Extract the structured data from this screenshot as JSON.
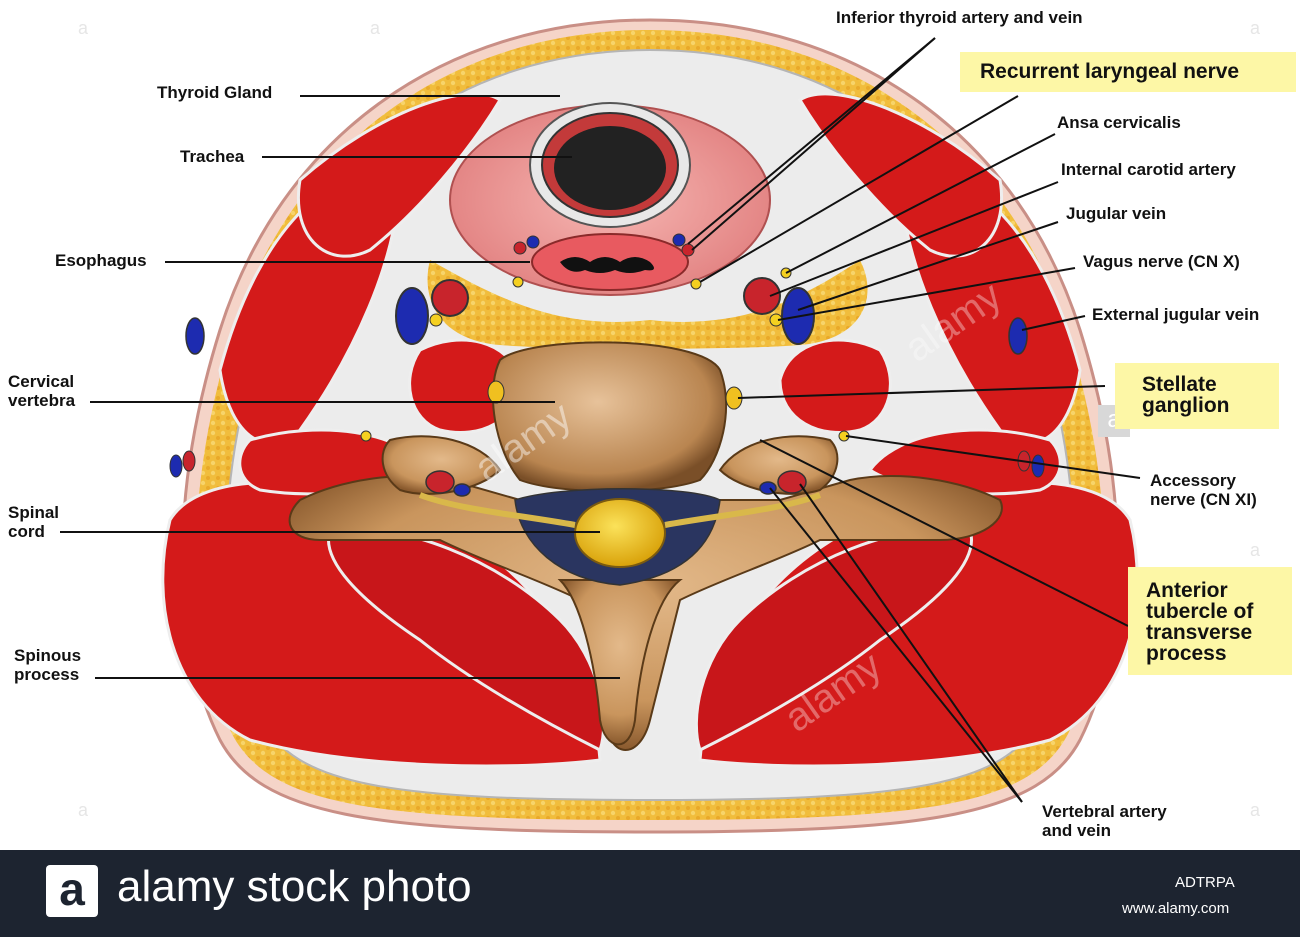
{
  "labels": {
    "thyroid": "Thyroid Gland",
    "trachea": "Trachea",
    "esophagus": "Esophagus",
    "cervical_vertebra": "Cervical\nvertebra",
    "spinal_cord": "Spinal\ncord",
    "spinous_process": "Spinous\nprocess",
    "inferior_thyroid": "Inferior thyroid artery and vein",
    "recurrent_laryngeal": "Recurrent laryngeal nerve",
    "ansa_cervicalis": "Ansa cervicalis",
    "internal_carotid": "Internal carotid artery",
    "jugular_vein": "Jugular vein",
    "vagus_nerve": "Vagus nerve (CN X)",
    "external_jugular": "External jugular vein",
    "stellate_ganglion": "Stellate\nganglion",
    "accessory_nerve": "Accessory\nnerve (CN XI)",
    "anterior_tubercle": "Anterior\ntubercle of\ntransverse\nprocess",
    "vertebral_artery": "Vertebral artery\nand vein"
  },
  "watermark": {
    "brand": "alamy",
    "letter": "a"
  },
  "footer": {
    "logo_letter": "a",
    "title": "alamy stock photo",
    "code": "ADTRPA",
    "url": "www.alamy.com"
  },
  "colors": {
    "muscle": "#d8181a",
    "fat": "#f0b83a",
    "fascia": "#eeeeee",
    "bone": "#c9955d",
    "cord": "#f2c21a",
    "artery": "#c8242c",
    "vein": "#1d2bb0",
    "highlight": "#fdf7a6",
    "footer": "#1d2430"
  }
}
